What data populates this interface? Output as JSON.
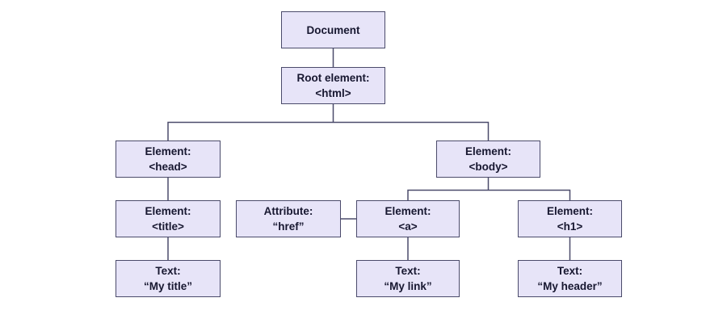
{
  "colors": {
    "box_fill": "#e7e4f8",
    "box_border": "#4b4b6b",
    "line": "#4b4b6b",
    "text": "#171730",
    "background": "#ffffff"
  },
  "nodes": {
    "document": {
      "line1": "Document"
    },
    "root": {
      "line1": "Root element:",
      "line2": "<html>"
    },
    "head": {
      "line1": "Element:",
      "line2": "<head>"
    },
    "body": {
      "line1": "Element:",
      "line2": "<body>"
    },
    "title": {
      "line1": "Element:",
      "line2": "<title>"
    },
    "attr": {
      "line1": "Attribute:",
      "line2": "“href”"
    },
    "a": {
      "line1": "Element:",
      "line2": "<a>"
    },
    "h1": {
      "line1": "Element:",
      "line2": "<h1>"
    },
    "text_title": {
      "line1": "Text:",
      "line2": "“My title”"
    },
    "text_link": {
      "line1": "Text:",
      "line2": "“My link”"
    },
    "text_header": {
      "line1": "Text:",
      "line2": "“My header”"
    }
  }
}
